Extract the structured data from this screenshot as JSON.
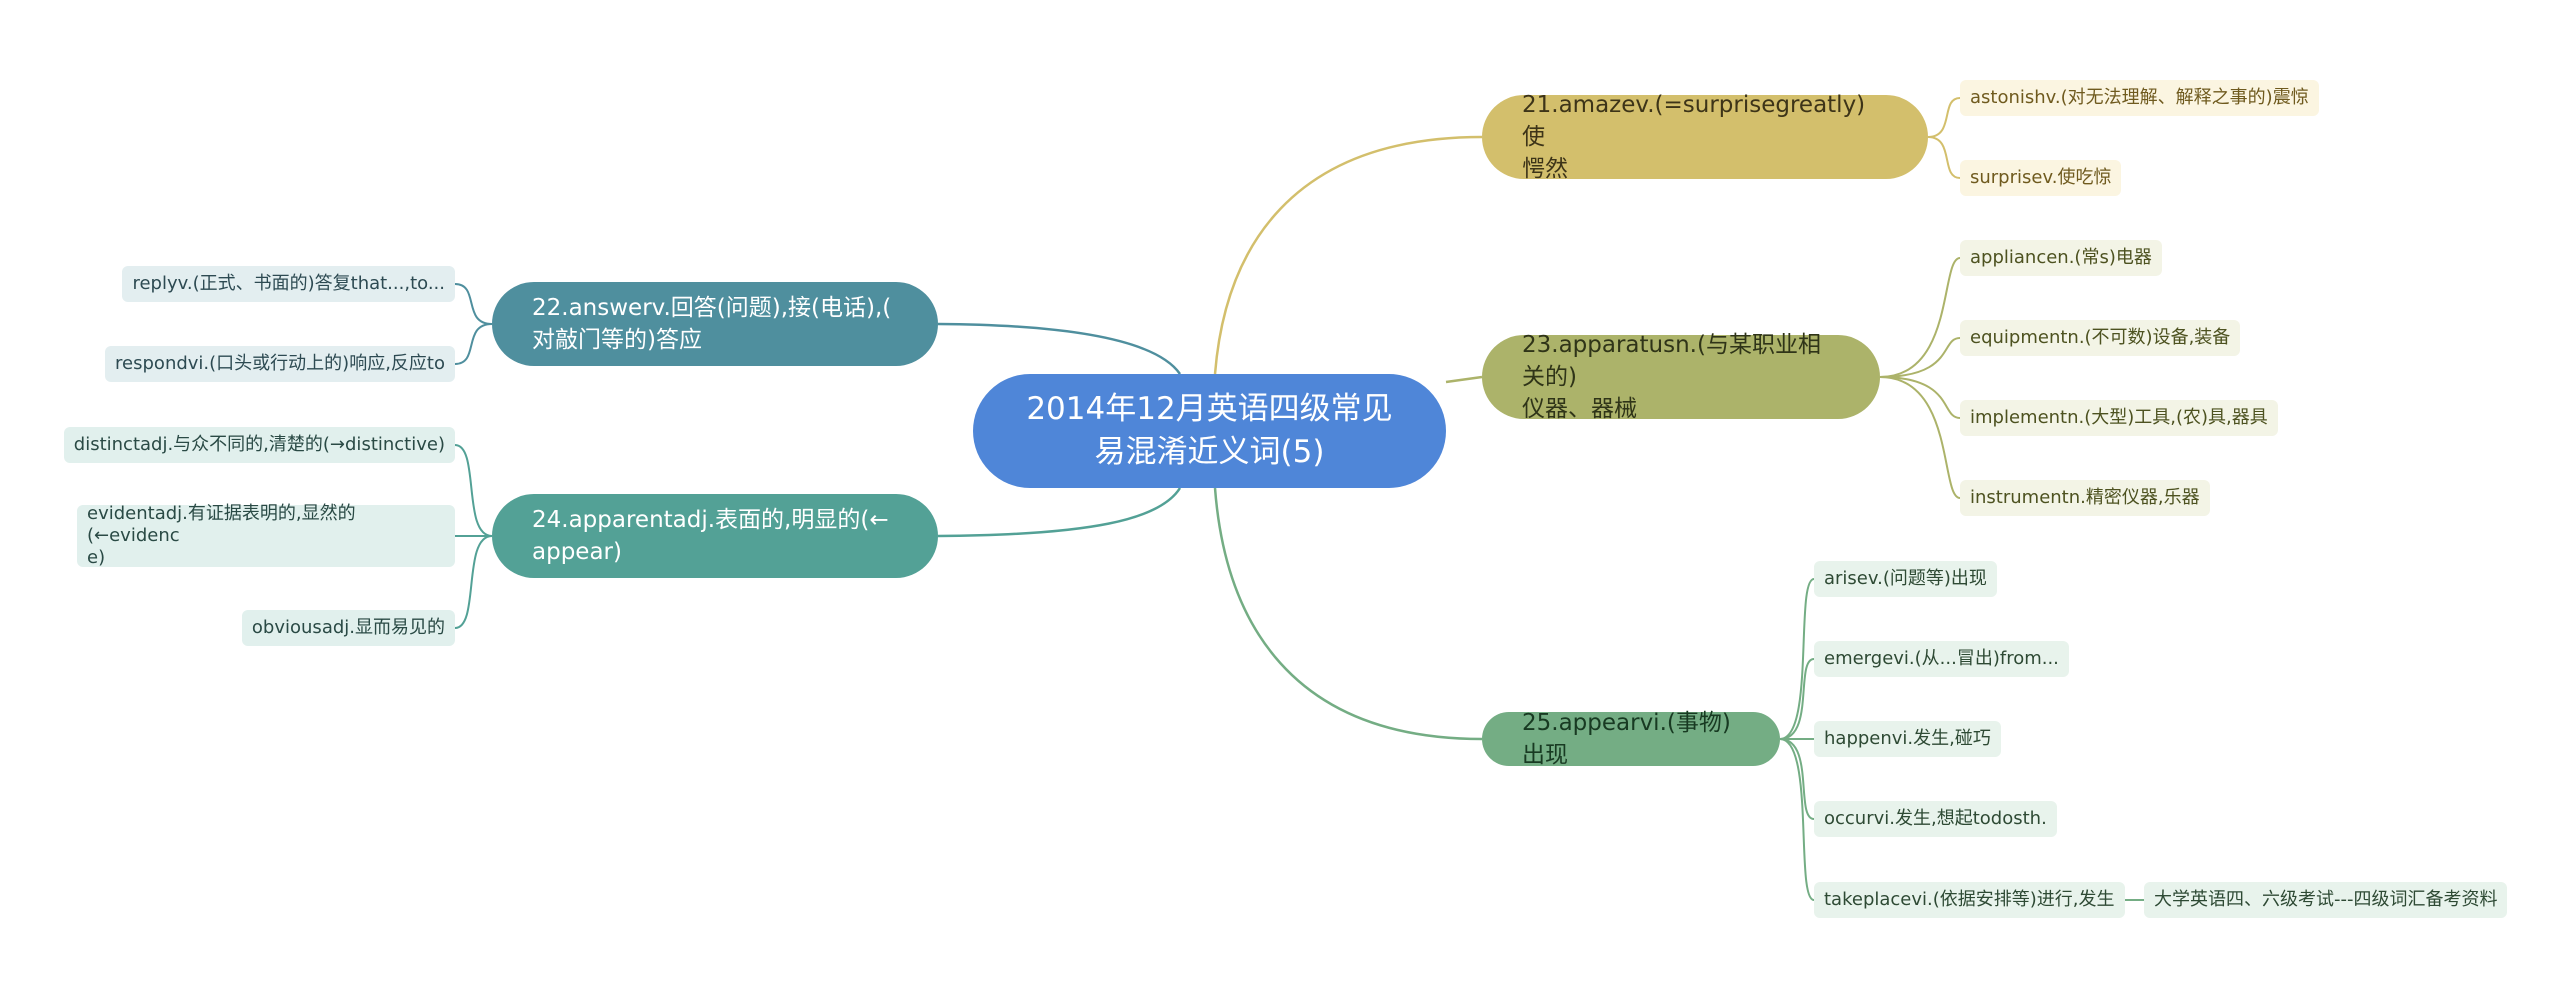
{
  "root": {
    "title": "2014年12月英语四级常见\n易混淆近义词(5)"
  },
  "colors": {
    "root": "#4f86d8",
    "b21": "#d3bf6c",
    "b23": "#acb36a",
    "b25": "#74ad84",
    "b22": "#4f8f9e",
    "b24": "#53a196"
  },
  "branches": [
    {
      "label": "21.amazev.(=surprisegreatly)使\n愕然",
      "leaves": [
        "astonishv.(对无法理解、解释之事的)震惊",
        "surprisev.使吃惊"
      ]
    },
    {
      "label": "23.apparatusn.(与某职业相关的)\n仪器、器械",
      "leaves": [
        "appliancen.(常s)电器",
        "equipmentn.(不可数)设备,装备",
        "implementn.(大型)工具,(农)具,器具",
        "instrumentn.精密仪器,乐器"
      ]
    },
    {
      "label": "25.appearvi.(事物)出现",
      "leaves": [
        "arisev.(问题等)出现",
        "emergevi.(从...冒出)from...",
        "happenvi.发生,碰巧",
        "occurvi.发生,想起todosth.",
        "takeplacevi.(依据安排等)进行,发生"
      ],
      "sub_leaf": "大学英语四、六级考试---四级词汇备考资料"
    },
    {
      "label": "22.answerv.回答(问题),接(电话),(\n对敲门等的)答应",
      "leaves": [
        "replyv.(正式、书面的)答复that...,to...",
        "respondvi.(口头或行动上的)响应,反应to"
      ]
    },
    {
      "label": "24.apparentadj.表面的,明显的(←\nappear)",
      "leaves": [
        "distinctadj.与众不同的,清楚的(→distinctive)",
        "evidentadj.有证据表明的,显然的(←evidenc\ne)",
        "obviousadj.显而易见的"
      ]
    }
  ]
}
